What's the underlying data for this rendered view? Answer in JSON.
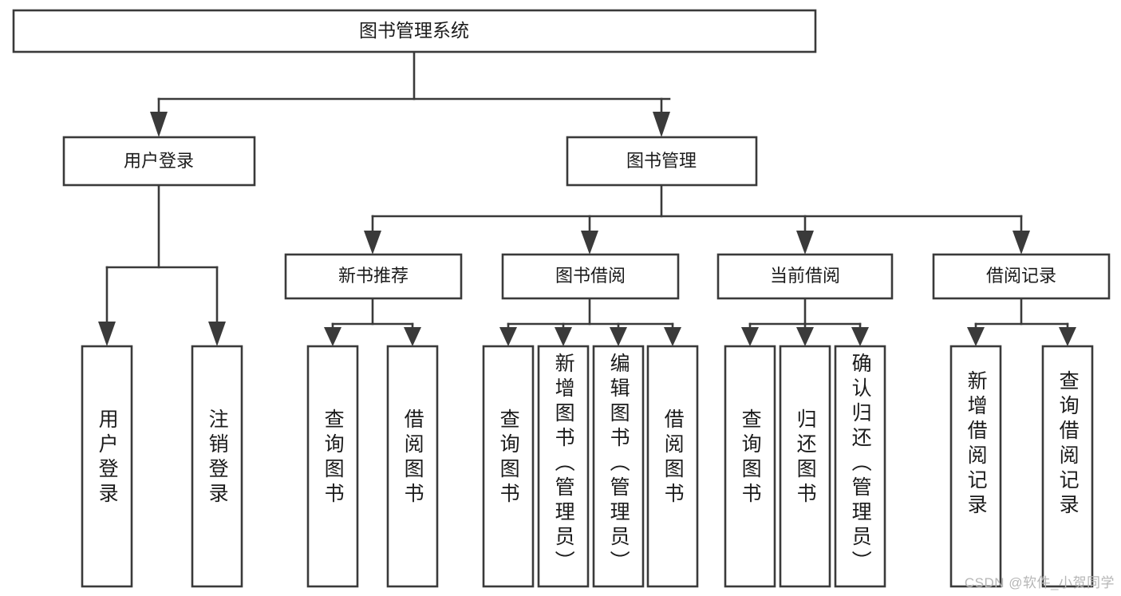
{
  "diagram": {
    "type": "tree",
    "title": "图书管理系统",
    "watermark": "CSDN @软件_小贺同学",
    "colors": {
      "stroke": "#3a3a3a",
      "fill": "#ffffff",
      "text": "#1b1b1b",
      "watermark": "#b6b6b6"
    },
    "root": {
      "label": "图书管理系统"
    },
    "level2": [
      {
        "label": "用户登录"
      },
      {
        "label": "图书管理"
      }
    ],
    "level3": [
      {
        "label": "新书推荐"
      },
      {
        "label": "图书借阅"
      },
      {
        "label": "当前借阅"
      },
      {
        "label": "借阅记录"
      }
    ],
    "leaves": {
      "user_login": [
        {
          "label": "用户登录"
        },
        {
          "label": "注销登录"
        }
      ],
      "new_book_recommend": [
        {
          "label": "查询图书"
        },
        {
          "label": "借阅图书"
        }
      ],
      "book_borrow": [
        {
          "label": "查询图书"
        },
        {
          "label": "新增图书（管理员）"
        },
        {
          "label": "编辑图书（管理员）"
        },
        {
          "label": "借阅图书"
        }
      ],
      "current_borrow": [
        {
          "label": "查询图书"
        },
        {
          "label": "归还图书"
        },
        {
          "label": "确认归还（管理员）"
        }
      ],
      "borrow_record": [
        {
          "label": "新增借阅记录"
        },
        {
          "label": "查询借阅记录"
        }
      ]
    }
  }
}
